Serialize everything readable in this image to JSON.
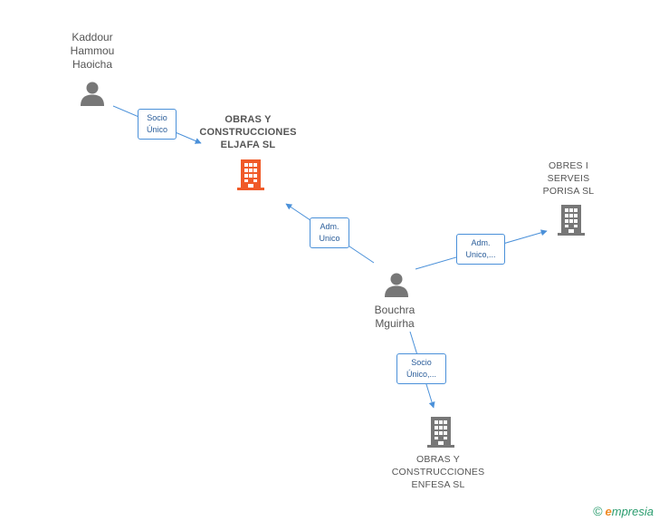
{
  "nodes": {
    "kaddour": {
      "lines": [
        "Kaddour",
        "Hammou",
        "Haoicha"
      ]
    },
    "bouchra": {
      "lines": [
        "Bouchra",
        "Mguirha"
      ]
    },
    "eljafa": {
      "lines": [
        "OBRAS Y",
        "CONSTRUCCIONES",
        "ELJAFA SL"
      ]
    },
    "porisa": {
      "lines": [
        "OBRES I",
        "SERVEIS",
        "PORISA SL"
      ]
    },
    "enfesa": {
      "lines": [
        "OBRAS Y",
        "CONSTRUCCIONES",
        "ENFESA SL"
      ]
    }
  },
  "edges": {
    "kaddour_eljafa": {
      "lines": [
        "Socio",
        "Único"
      ]
    },
    "bouchra_eljafa": {
      "lines": [
        "Adm.",
        "Unico"
      ]
    },
    "bouchra_porisa": {
      "lines": [
        "Adm.",
        "Unico,..."
      ]
    },
    "bouchra_enfesa": {
      "lines": [
        "Socio",
        "Único,..."
      ]
    }
  },
  "colors": {
    "edge": "#4a90d9",
    "person": "#777777",
    "company_main": "#f05a28",
    "company": "#777777"
  },
  "footer": {
    "copyright": "©",
    "brand_e": "e",
    "brand_rest": "mpresia"
  }
}
